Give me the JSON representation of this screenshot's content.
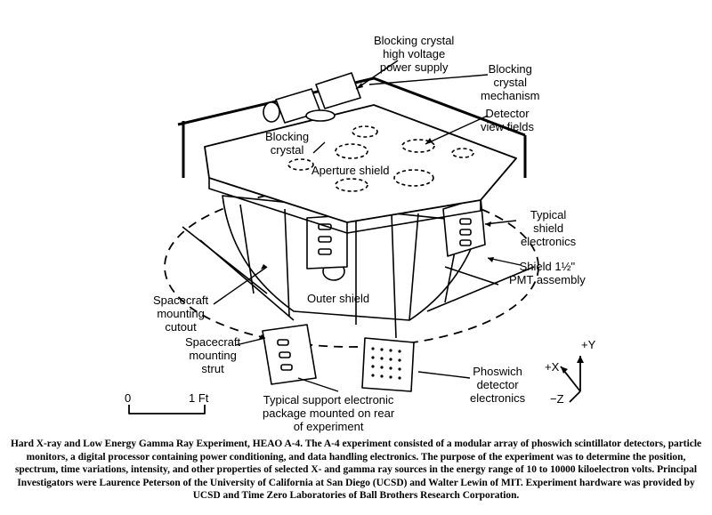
{
  "labels": {
    "blocking_crystal_hv": [
      "Blocking crystal",
      "high voltage",
      "power supply"
    ],
    "blocking_crystal_mechanism": [
      "Blocking",
      "crystal",
      "mechanism"
    ],
    "detector_view_fields": [
      "Detector",
      "view fields"
    ],
    "blocking_crystal": [
      "Blocking",
      "crystal"
    ],
    "aperture_shield": "Aperture shield",
    "typical_shield_electronics": [
      "Typical",
      "shield",
      "electronics"
    ],
    "shield_pmt": [
      "Shield 1½\"",
      "PMT assembly"
    ],
    "spacecraft_mounting_cutout": [
      "Spacecraft",
      "mounting",
      "cutout"
    ],
    "outer_shield": "Outer shield",
    "spacecraft_mounting_strut": [
      "Spacecraft",
      "mounting",
      "strut"
    ],
    "typical_support_package": [
      "Typical support electronic",
      "package mounted on rear",
      "of experiment"
    ],
    "phoswich_detector_electronics": [
      "Phoswich",
      "detector",
      "electronics"
    ]
  },
  "scale": {
    "zero": "0",
    "one_ft": "1 Ft"
  },
  "axes": {
    "plus_y": "+Y",
    "plus_x": "+X",
    "minus_z": "−Z"
  },
  "caption": "Hard X-ray and Low Energy Gamma Ray Experiment, HEAO A-4. The A-4 experiment consisted of a modular array of phoswich scintillator detectors, particle monitors, a digital processor containing power conditioning, and data handling electronics. The purpose of the experiment was to determine the position, spectrum, time variations, intensity, and other properties of selected X- and gamma ray sources in the energy range of 10 to 10000 kiloelectron volts. Principal Investigators were Laurence Peterson of the University of California at San Diego (UCSD) and Walter Lewin of MIT. Experiment hardware was provided by UCSD and Time Zero Laboratories of Ball Brothers Research Corporation."
}
